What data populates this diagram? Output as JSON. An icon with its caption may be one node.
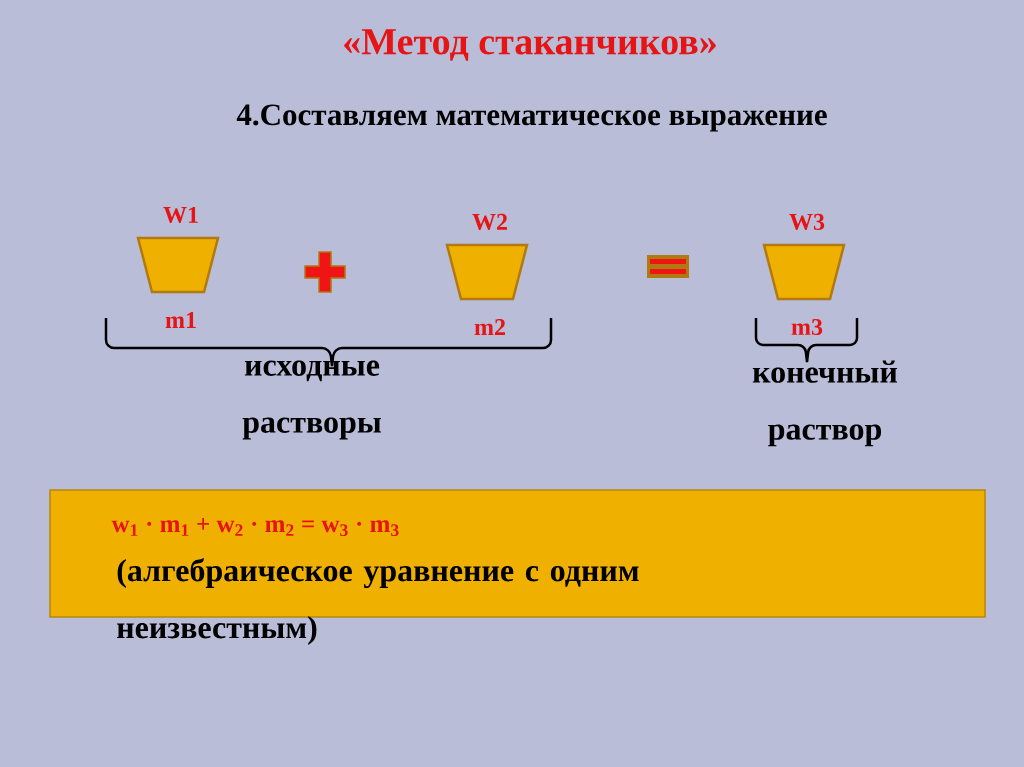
{
  "diagram": {
    "title": "«Метод стаканчиков»",
    "nodes": [
      {
        "text": [],
        "shape": "trapezium",
        "beside": [
          "W1",
          "m1"
        ]
      },
      {
        "text": [],
        "shape": "trapezium",
        "beside": [
          "W2",
          "m2"
        ]
      },
      {
        "text": [],
        "shape": "trapezium",
        "beside": [
          "W3",
          "m3"
        ]
      },
      {
        "text": [
          "w$_{1}$ · m$_{1}$ + w$_{2}$  · m$_{2}$ = w$_{3}$  · m$_{3}$"
        ]
      }
    ],
    "edges": [],
    "labels": [
      "4.Составляем математическое выражение",
      "исходные растворы",
      "конечный раствор",
      "(алгебраическое уравнение с одним неизвестным)"
    ]
  }
}
